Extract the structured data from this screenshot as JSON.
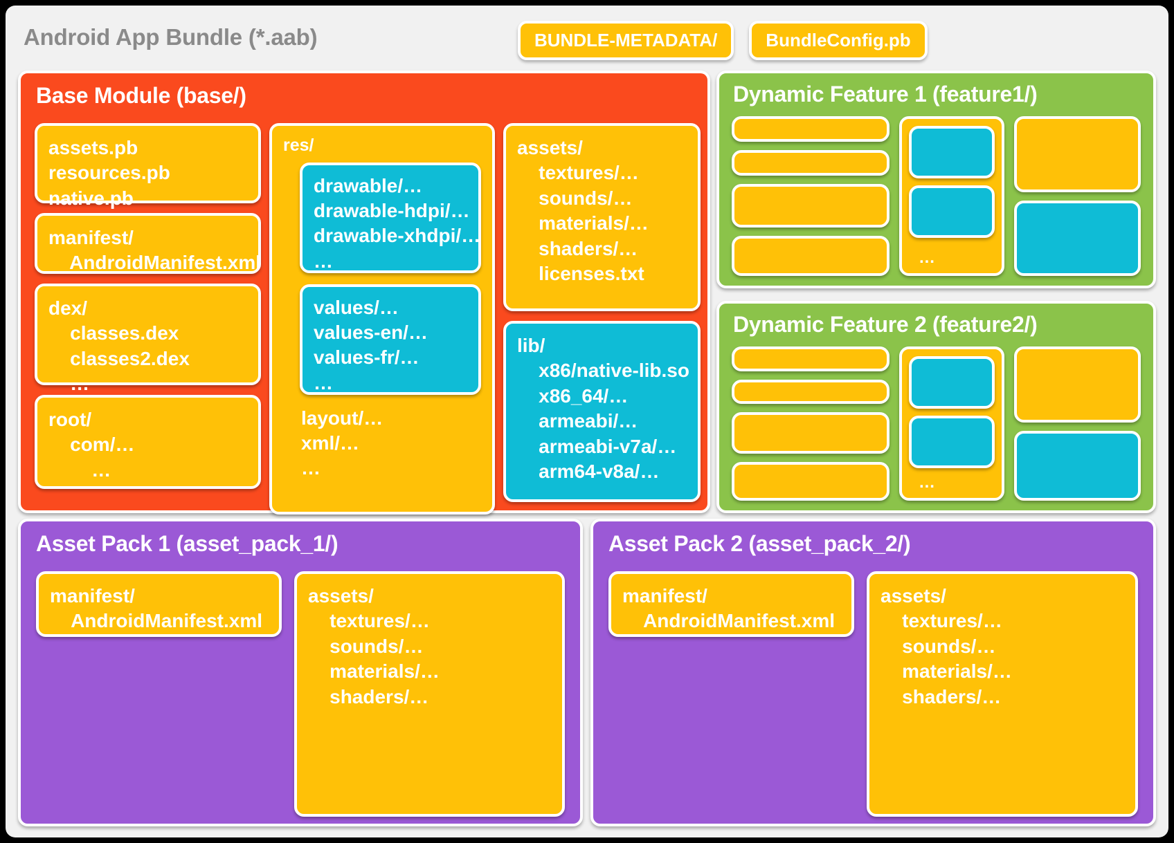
{
  "bundle": {
    "title": "Android App Bundle (*.aab)",
    "metadata_pills": [
      {
        "label": "BUNDLE-METADATA/"
      },
      {
        "label": "BundleConfig.pb"
      }
    ]
  },
  "base_module": {
    "title": "Base Module (base/)",
    "cards": {
      "protos": "assets.pb\nresources.pb\nnative.pb",
      "manifest": "manifest/\n    AndroidManifest.xml",
      "dex": "dex/\n    classes.dex\n    classes2.dex\n    …",
      "root": "root/\n    com/…\n        …",
      "res_label": "res/",
      "res_drawables": "drawable/…\ndrawable-hdpi/…\ndrawable-xhdpi/…\n…",
      "res_values": "values/…\nvalues-en/…\nvalues-fr/…\n…",
      "res_tail": "layout/…\nxml/…\n…",
      "assets": "assets/\n    textures/…\n    sounds/…\n    materials/…\n    shaders/…\n    licenses.txt",
      "lib": "lib/\n    x86/native-lib.so\n    x86_64/…\n    armeabi/…\n    armeabi-v7a/…\n    arm64-v8a/…"
    }
  },
  "dynamic_features": [
    {
      "title": "Dynamic Feature 1 (feature1/)",
      "dots": "…"
    },
    {
      "title": "Dynamic Feature 2 (feature2/)",
      "dots": "…"
    }
  ],
  "asset_packs": [
    {
      "title": "Asset Pack 1 (asset_pack_1/)",
      "manifest": "manifest/\n    AndroidManifest.xml",
      "assets": "assets/\n    textures/…\n    sounds/…\n    materials/…\n    shaders/…"
    },
    {
      "title": "Asset Pack 2 (asset_pack_2/)",
      "manifest": "manifest/\n    AndroidManifest.xml",
      "assets": "assets/\n    textures/…\n    sounds/…\n    materials/…\n    shaders/…"
    }
  ],
  "colors": {
    "background": "#000000",
    "bundle_surface": "#f1f1f1",
    "base_module": "#FA4A1E",
    "dynamic_feature": "#8BC34A",
    "asset_pack": "#9B59D6",
    "card_yellow": "#FFC107",
    "card_cyan": "#0FBCD6",
    "title_gray": "#8a8a8a",
    "card_text": "#ffffff"
  }
}
